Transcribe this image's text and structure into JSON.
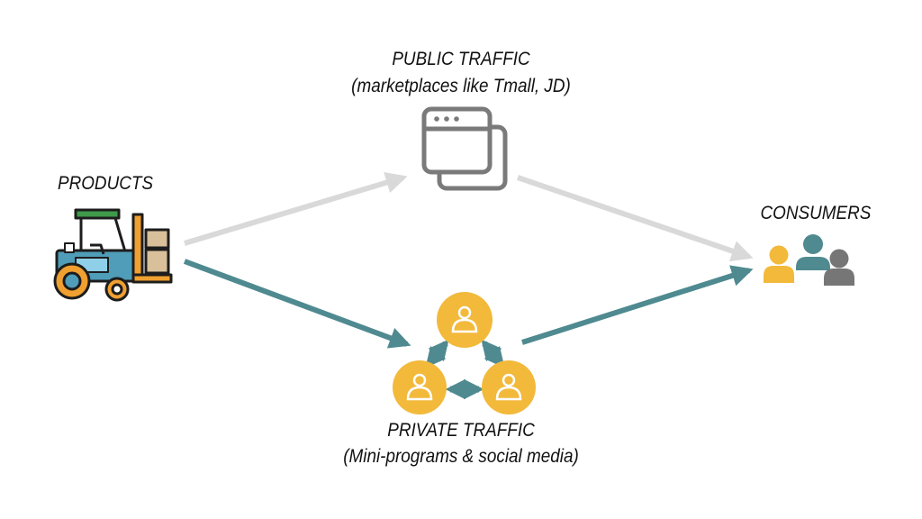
{
  "labels": {
    "public_title": "PUBLIC TRAFFIC",
    "public_subtitle": "(marketplaces like Tmall, JD)",
    "products": "PRODUCTS",
    "consumers": "CONSUMERS",
    "private_title": "PRIVATE TRAFFIC",
    "private_subtitle": "(Mini-programs & social media)"
  },
  "icons": {
    "products": "forklift-icon",
    "public_traffic": "browser-windows-icon",
    "private_traffic": "user-circle-icon",
    "consumers": "people-group-icon"
  },
  "colors": {
    "public_arrow": "#d9d9d9",
    "private_arrow": "#4f8a90",
    "accent_yellow": "#f2b93b",
    "teal": "#4f8a90",
    "gray_icon": "#7a7a7a",
    "user_gray": "#767676"
  }
}
